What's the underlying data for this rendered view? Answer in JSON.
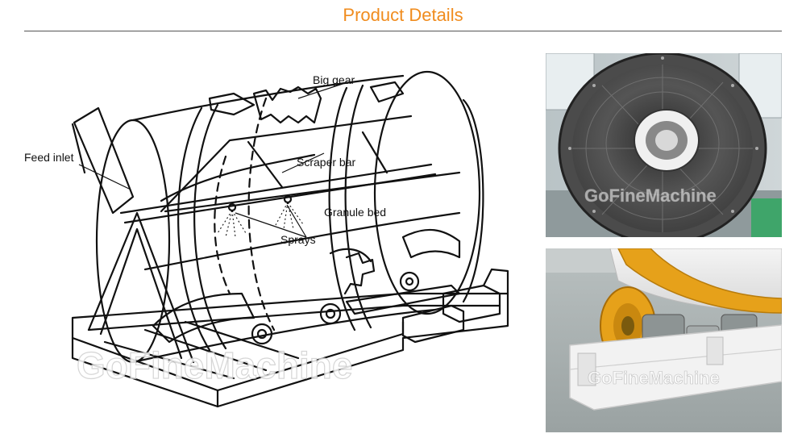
{
  "header": {
    "title": "Product Details"
  },
  "diagram": {
    "labels": {
      "big_gear": "Big gear",
      "feed_inlet": "Feed inlet",
      "scraper_bar": "Scraper bar",
      "granule_bed": "Granule bed",
      "sprays": "Sprays"
    },
    "watermark": "GoFineMachine"
  },
  "photos": {
    "interior": {
      "watermark": "GoFineMachine"
    },
    "support_roller": {
      "watermark": "GoFineMachine"
    }
  },
  "colors": {
    "title": "#f08c1e",
    "roller_yellow": "#e6a11a",
    "base_white": "#f2f2f2"
  }
}
